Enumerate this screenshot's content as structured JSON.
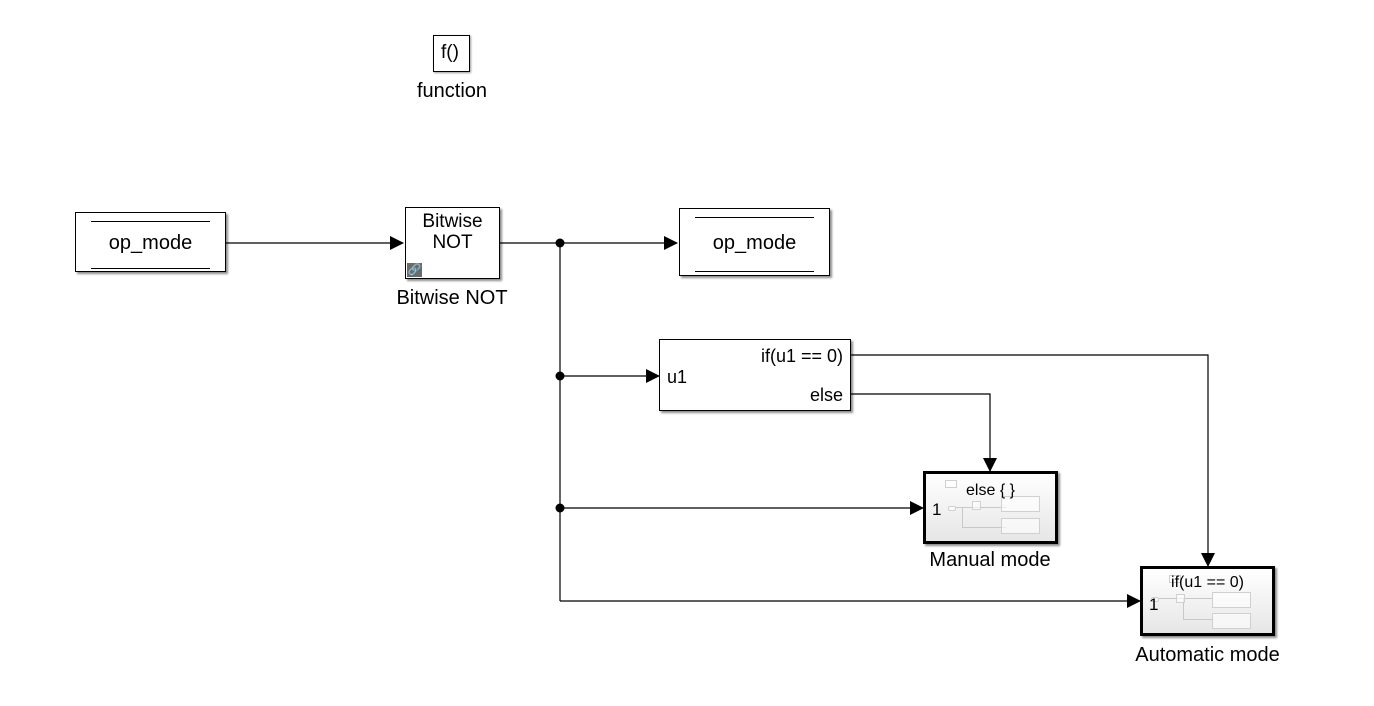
{
  "function_block": {
    "glyph": "f()",
    "label": "function"
  },
  "from_block": {
    "tag": "op_mode"
  },
  "bitwise_block": {
    "line1": "Bitwise",
    "line2": "NOT",
    "label": "Bitwise NOT",
    "link_icon": "link-icon"
  },
  "goto_block": {
    "tag": "op_mode"
  },
  "if_block": {
    "input_port": "u1",
    "output_if": "if(u1 == 0)",
    "output_else": "else"
  },
  "manual_subsystem": {
    "title": "else { }",
    "port": "1",
    "label": "Manual mode"
  },
  "automatic_subsystem": {
    "title": "if(u1 == 0)",
    "port": "1",
    "label": "Automatic mode"
  }
}
